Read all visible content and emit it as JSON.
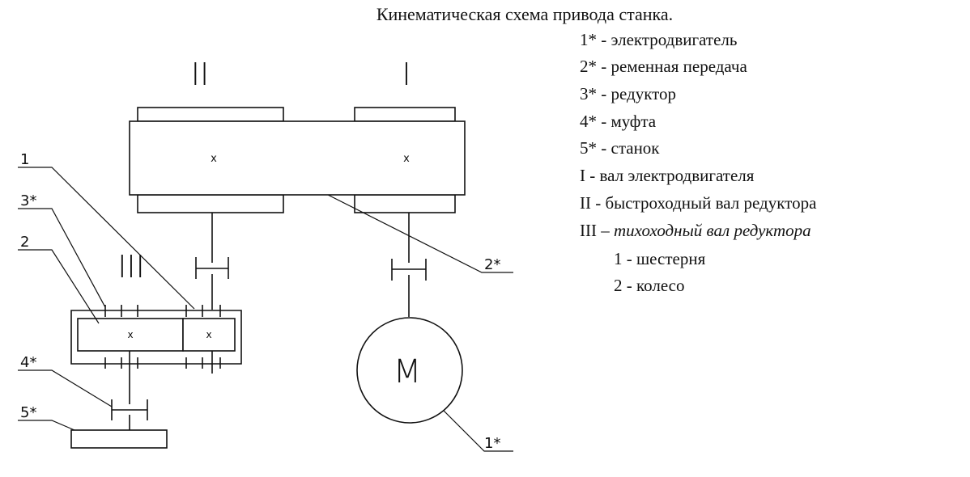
{
  "title": "Кинематическая схема привода станка.",
  "legend": [
    {
      "num": "1*",
      "text": " - электродвигатель"
    },
    {
      "num": "2*",
      "text": " - ременная передача"
    },
    {
      "num": "3*",
      "text": " - редуктор"
    },
    {
      "num": "4*",
      "text": " - муфта"
    },
    {
      "num": "5*",
      "text": " - станок"
    },
    {
      "num": "I",
      "text": "   - вал электродвигателя"
    },
    {
      "num": "II",
      "text": " - быстроходный вал редуктора"
    },
    {
      "num": "III",
      "text": " – тихоходный вал редуктора"
    },
    {
      "num": "1",
      "text": "   - шестерня"
    },
    {
      "num": "2",
      "text": "   - колесо"
    }
  ],
  "shaft_labels": {
    "I": "I",
    "II": "II",
    "III": "III"
  },
  "callouts": {
    "c1": "1",
    "c3star": "3*",
    "c2": "2",
    "c4star": "4*",
    "c5star": "5*",
    "c2star": "2*",
    "c1star": "1*"
  },
  "motor_label": "M",
  "center_marks": [
    "x",
    "x",
    "x",
    "x"
  ],
  "colors": {
    "ink": "#111111",
    "background": "#ffffff"
  }
}
